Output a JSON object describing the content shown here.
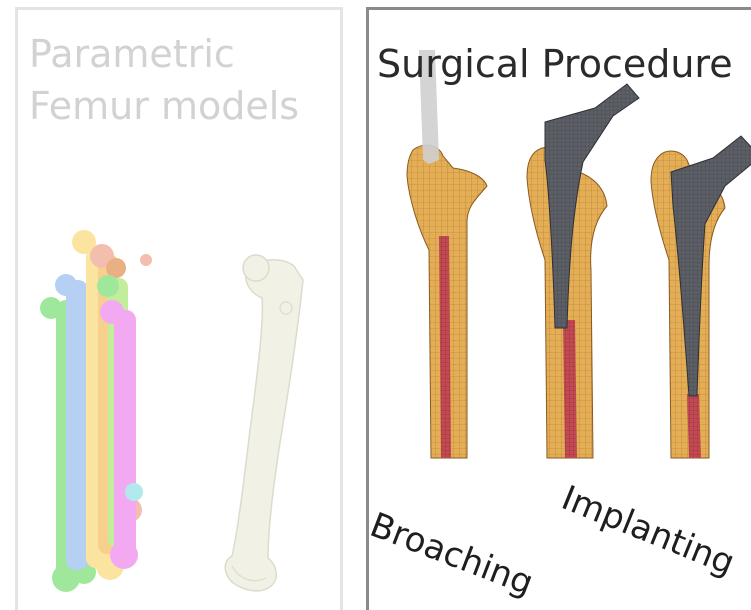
{
  "left_panel": {
    "title_line1": "Parametric",
    "title_line2": "Femur models",
    "colors": {
      "title": "#d2d2d2",
      "border": "#e4e4e4",
      "femur_bundle": [
        "#8fe58a",
        "#a9c8f2",
        "#fbe08f",
        "#f3b3a0",
        "#f29bf0",
        "#a4e6ea"
      ],
      "single_femur": "#f1f1e6"
    }
  },
  "right_panel": {
    "title": "Surgical Procedure",
    "steps": [
      {
        "label": "Broaching"
      },
      {
        "label": "Implanting"
      }
    ],
    "colors": {
      "title": "#2a2a2a",
      "border": "#8a8a8a",
      "bone": "#e4ae56",
      "canal": "#c24a52",
      "implant": "#5c6066",
      "broach": "#cfcfcf"
    }
  }
}
